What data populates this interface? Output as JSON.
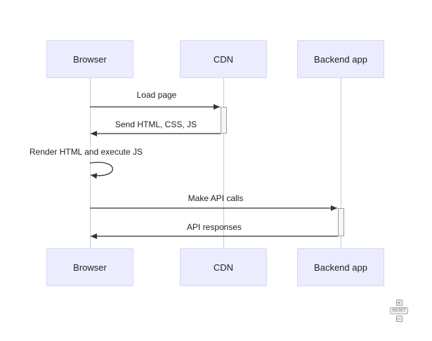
{
  "diagram": {
    "participants": [
      {
        "id": "browser",
        "label": "Browser"
      },
      {
        "id": "cdn",
        "label": "CDN"
      },
      {
        "id": "backend",
        "label": "Backend app"
      }
    ],
    "messages": [
      {
        "from": "browser",
        "to": "cdn",
        "label": "Load page"
      },
      {
        "from": "cdn",
        "to": "browser",
        "label": "Send HTML, CSS, JS"
      },
      {
        "from": "browser",
        "to": "browser",
        "label": "Render HTML and execute JS"
      },
      {
        "from": "browser",
        "to": "backend",
        "label": "Make API calls"
      },
      {
        "from": "backend",
        "to": "browser",
        "label": "API responses"
      }
    ]
  },
  "controls": {
    "zoom_in_symbol": "+",
    "reset_label": "RESET",
    "zoom_out_symbol": "−"
  }
}
